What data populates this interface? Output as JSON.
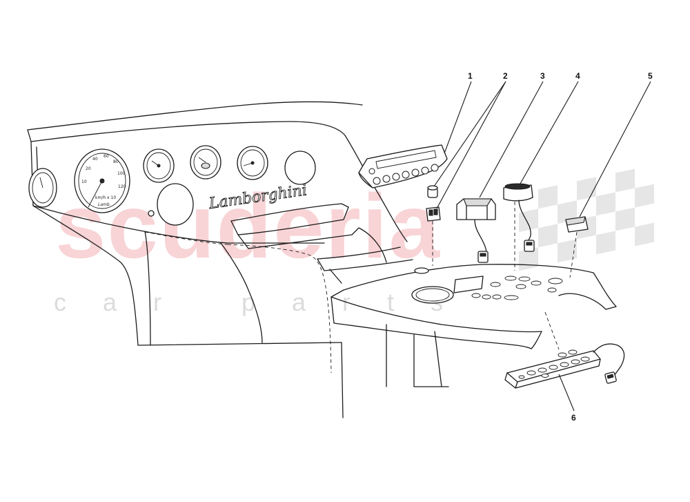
{
  "diagram": {
    "callouts": [
      {
        "id": "1",
        "label": "1"
      },
      {
        "id": "2",
        "label": "2"
      },
      {
        "id": "3",
        "label": "3"
      },
      {
        "id": "4",
        "label": "4"
      },
      {
        "id": "5",
        "label": "5"
      },
      {
        "id": "6",
        "label": "6"
      }
    ],
    "dashboard_brand": "Lamborghini",
    "speedometer_text": "km/h x 10"
  },
  "watermark": {
    "main": "scuderia",
    "sub": "car parts",
    "flag_color": "#c8c8c8",
    "text_color": "#e87880"
  }
}
